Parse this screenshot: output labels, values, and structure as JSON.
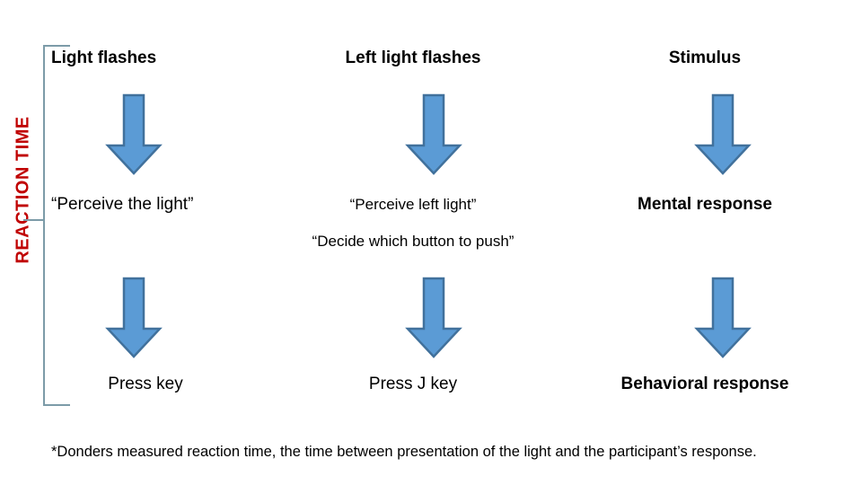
{
  "slide": {
    "reaction_time_label": "REACTION TIME",
    "reaction_time_color": "#C00000",
    "bracket_color": "#7C9BA8",
    "arrow_fill": "#5B9BD5",
    "arrow_stroke": "#41719C",
    "background": "#FFFFFF"
  },
  "columns": [
    {
      "id": "simple-reaction",
      "stimulus": "Light flashes",
      "mental": "“Perceive the light”",
      "behavior": "Press key"
    },
    {
      "id": "choice-reaction",
      "stimulus": "Left light flashes",
      "mental": "“Perceive left light”",
      "mental_extra": "“Decide which button to push”",
      "behavior": "Press J key"
    },
    {
      "id": "stage-labels",
      "stimulus": "Stimulus",
      "mental": "Mental response",
      "behavior": "Behavioral response"
    }
  ],
  "arrows": {
    "icon": "arrow-down-icon",
    "count": 6
  },
  "footnote": {
    "text": "*Donders measured reaction time, the time between presentation of the light and the participant’s response."
  }
}
